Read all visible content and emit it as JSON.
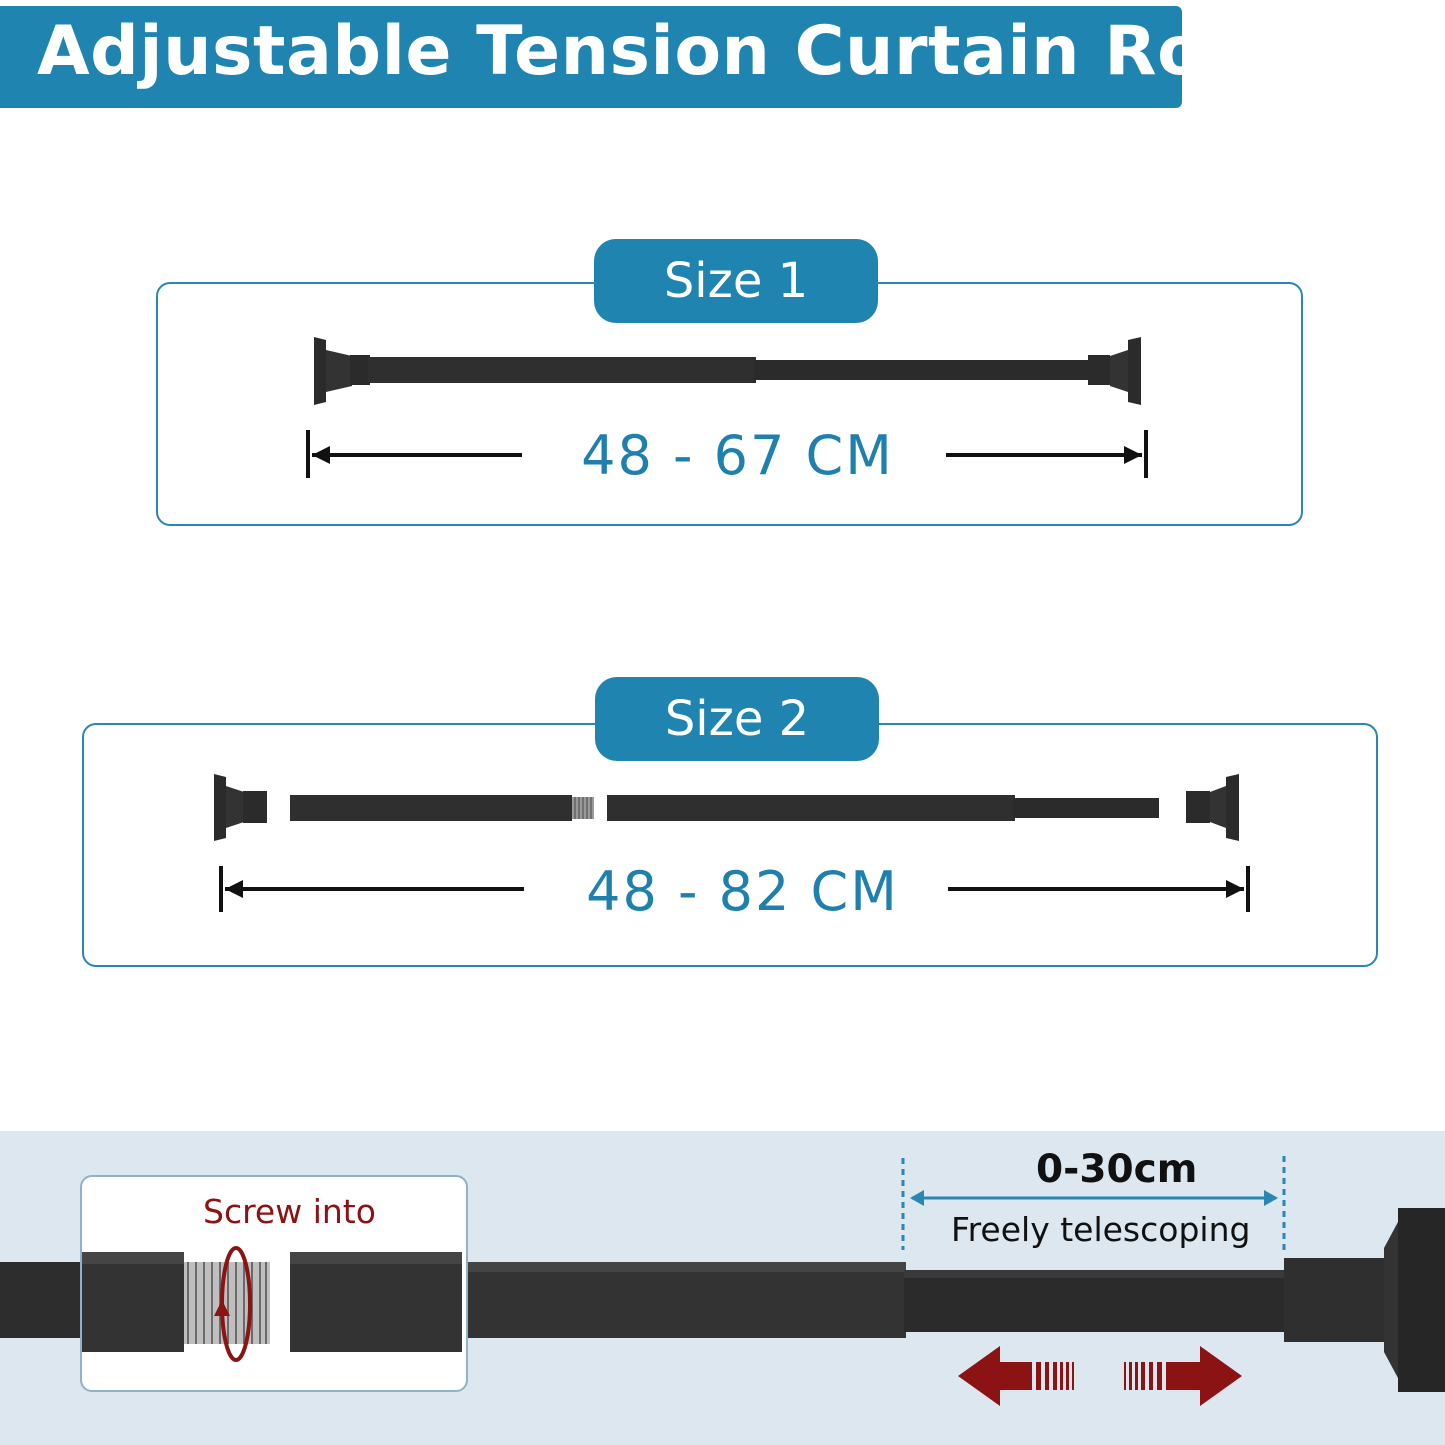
{
  "title": "Adjustable Tension Curtain Rod",
  "sizes": [
    {
      "label": "Size 1",
      "range": "48 - 67 CM"
    },
    {
      "label": "Size 2",
      "range": "48 - 82 CM"
    }
  ],
  "detail": {
    "screw_label": "Screw into",
    "telescope_range": "0-30cm",
    "telescope_label": "Freely telescoping"
  },
  "colors": {
    "accent": "#1f84b0",
    "rod": "#2b2b2b",
    "arrow_red": "#8b1313"
  }
}
